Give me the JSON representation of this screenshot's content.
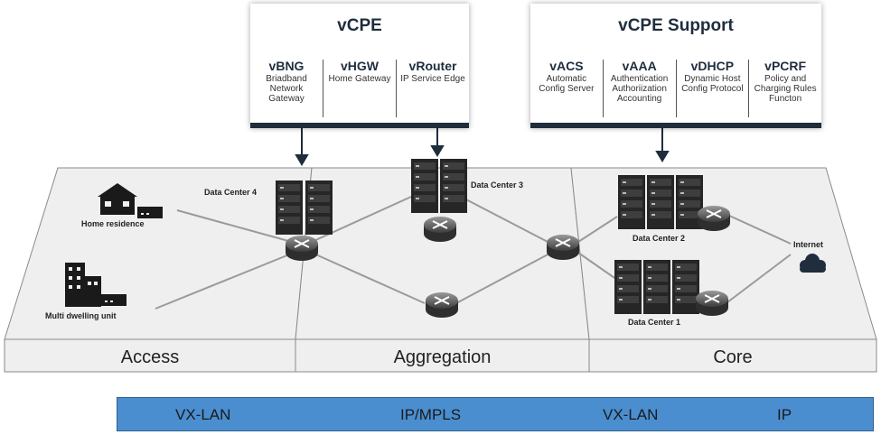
{
  "vcpe": {
    "title": "vCPE",
    "functions": [
      {
        "name": "vBNG",
        "desc": "Briadband Network Gateway"
      },
      {
        "name": "vHGW",
        "desc": "Home Gateway"
      },
      {
        "name": "vRouter",
        "desc": "IP Service Edge"
      }
    ]
  },
  "support": {
    "title": "vCPE Support",
    "functions": [
      {
        "name": "vACS",
        "desc": "Automatic Config Server"
      },
      {
        "name": "vAAA",
        "desc": "Authentication Authoriization Accounting"
      },
      {
        "name": "vDHCP",
        "desc": "Dynamic Host Config Protocol"
      },
      {
        "name": "vPCRF",
        "desc": "Policy and Charging Rules Functon"
      }
    ]
  },
  "zones": {
    "access": "Access",
    "aggregation": "Aggregation",
    "core": "Core"
  },
  "sites": {
    "home": "Home residence",
    "mdu": "Multi dwelling unit",
    "dc1": "Data Center 1",
    "dc2": "Data Center 2",
    "dc3": "Data Center 3",
    "dc4": "Data Center 4",
    "internet": "Internet"
  },
  "protocols": [
    "VX-LAN",
    "IP/MPLS",
    "VX-LAN",
    "IP"
  ],
  "colors": {
    "protocol_bar": "#4a8ed0",
    "dark": "#1f2d3d",
    "zone_fill": "#efefef"
  }
}
